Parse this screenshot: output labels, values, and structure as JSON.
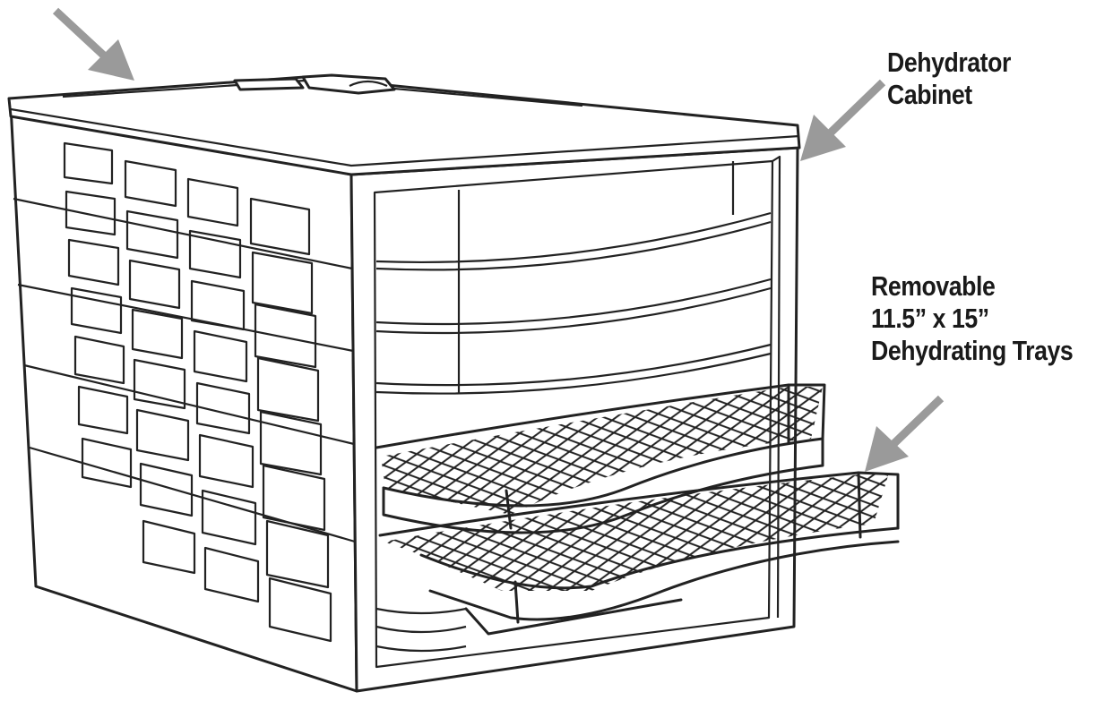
{
  "colors": {
    "ink": "#222222",
    "arrow": "#9a9a9a",
    "background": "#ffffff"
  },
  "labels": {
    "cabinet": {
      "line1": "Dehydrator",
      "line2": "Cabinet"
    },
    "trays": {
      "line1": "Removable",
      "line2": "11.5” x 15”",
      "line3": "Dehydrating Trays"
    }
  },
  "icons": {
    "top_arrow": "arrow-down-right-icon",
    "cabinet_arrow": "arrow-down-left-icon",
    "trays_arrow": "arrow-down-left-icon"
  }
}
